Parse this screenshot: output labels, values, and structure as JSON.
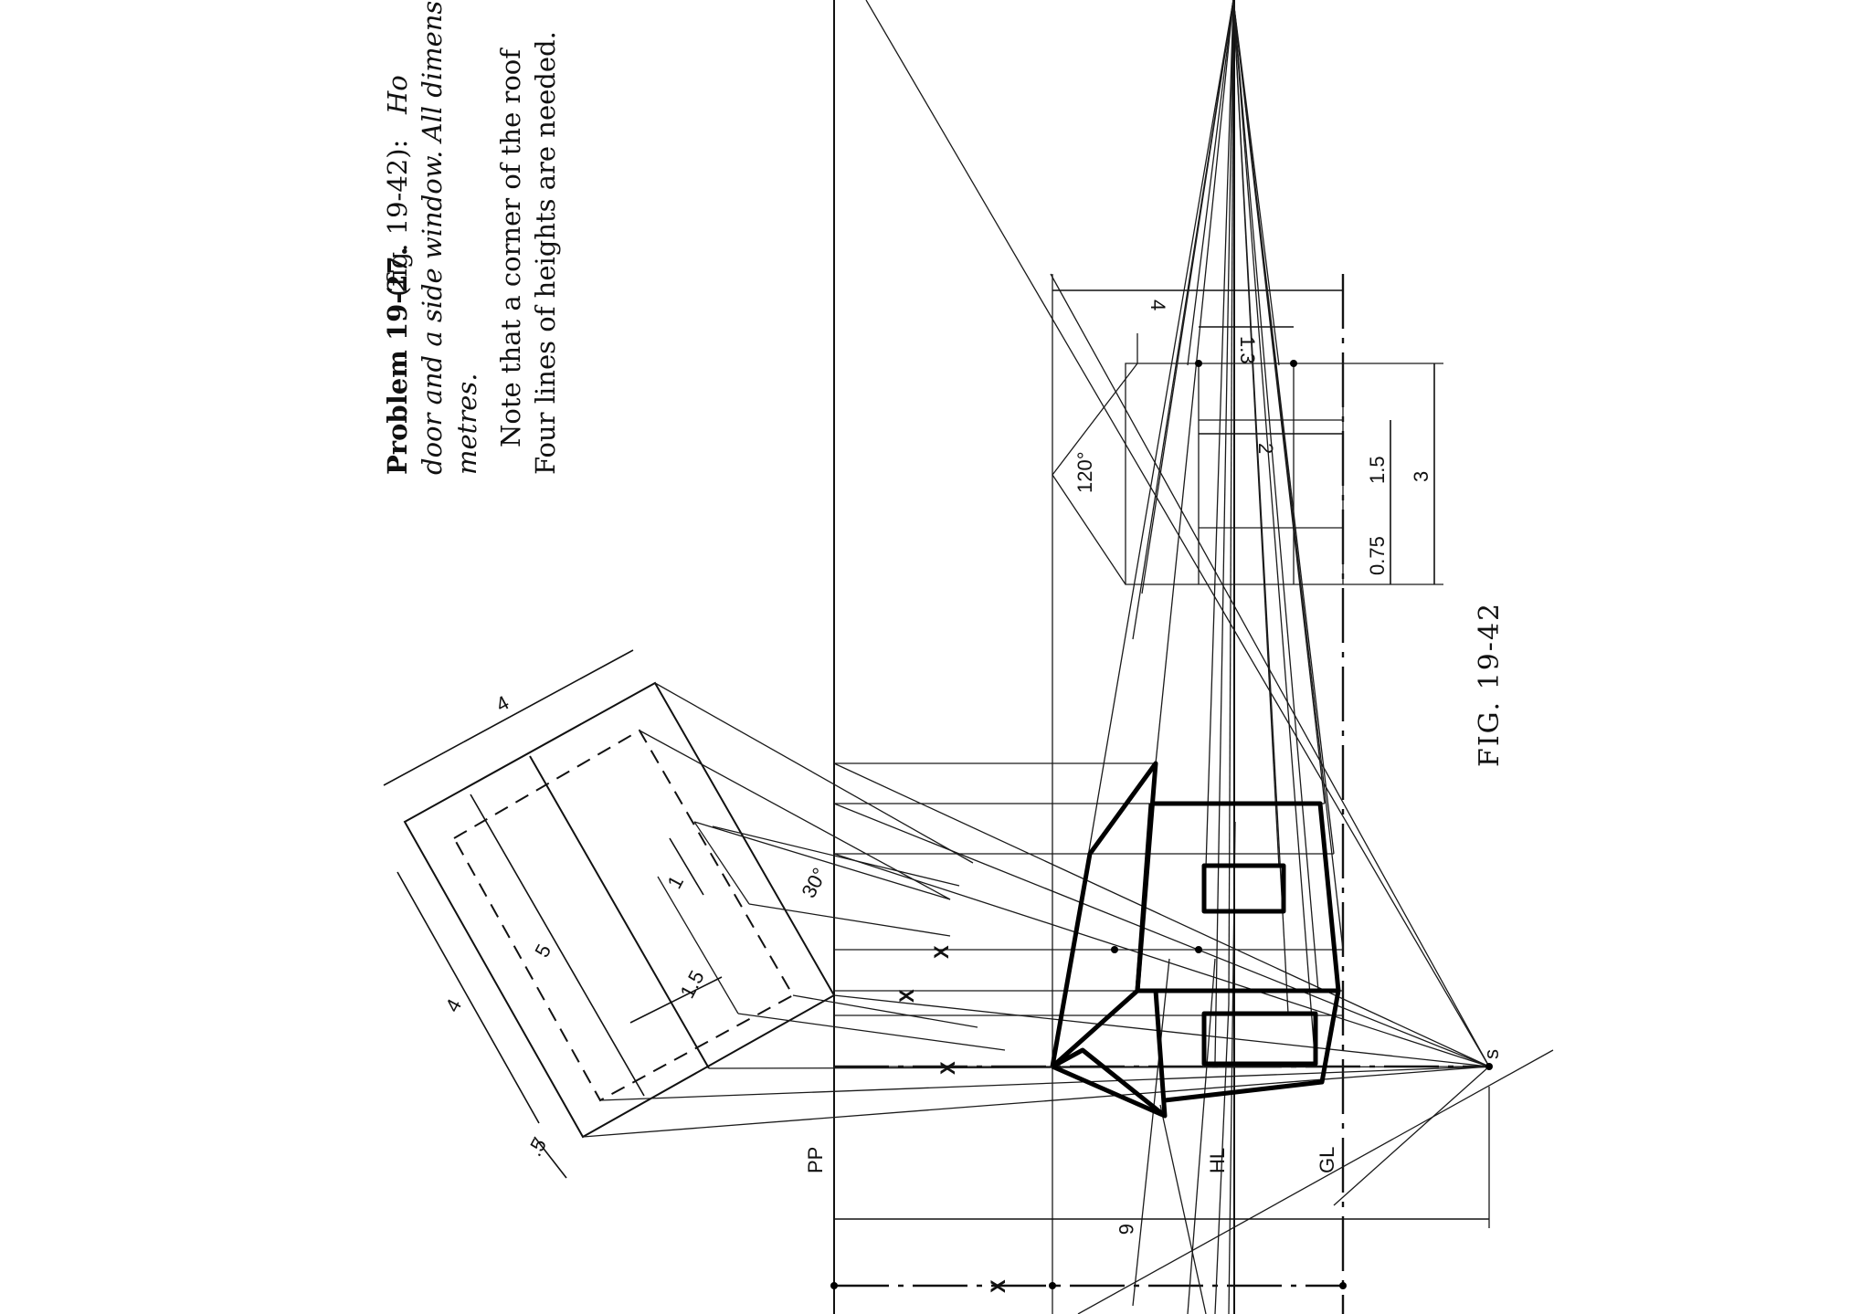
{
  "problem": {
    "number": "Problem 19-27.",
    "ref": "(fig. 19-42):",
    "line1_cont": "Ho",
    "line2": "door and a side window. All dimensio",
    "line3": "metres.",
    "note1": "Note that a corner of the roof",
    "note2": "Four lines of heights are needed."
  },
  "figure": {
    "caption": "FIG. 19-42"
  },
  "labels": {
    "pp": "PP",
    "hl": "HL",
    "gl": "GL",
    "s": "s",
    "x_marks": [
      "X",
      "X",
      "X",
      "X"
    ],
    "angle_plan": "30°",
    "angle_elev": "120°"
  },
  "dimensions": {
    "plan": [
      "4",
      "5",
      "4",
      "1",
      "1.5",
      ".5"
    ],
    "elevation": [
      "4",
      "1.3",
      "2",
      "1.5",
      "0.75",
      "3"
    ],
    "station": "6"
  }
}
